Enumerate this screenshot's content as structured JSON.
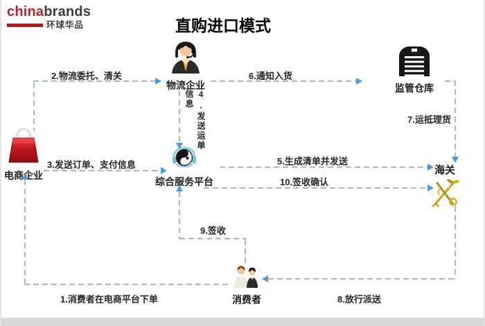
{
  "logo": {
    "brand_red": "china",
    "brand_dark": "brands",
    "subtitle": "环球华品"
  },
  "title": "直购进口模式",
  "nodes": {
    "ecommerce": {
      "label": "电商企业",
      "icon": "shopping-bag-icon"
    },
    "logistics": {
      "label": "物流企业",
      "icon": "support-agent-icon"
    },
    "warehouse": {
      "label": "监管仓库",
      "icon": "warehouse-icon"
    },
    "platform": {
      "label": "综合服务平台",
      "icon": "service-platform-icon"
    },
    "customs": {
      "label": "海关",
      "icon": "customs-emblem-icon"
    },
    "consumer": {
      "label": "消费者",
      "icon": "consumers-icon"
    }
  },
  "flows": {
    "f1": {
      "label": "1.消费者在电商平台下单",
      "from": "消费者",
      "to": "电商企业"
    },
    "f2": {
      "label": "2.物流委托、清关",
      "from": "电商企业",
      "to": "物流企业"
    },
    "f3": {
      "label": "3.发送订单、支付信息",
      "from": "电商企业",
      "to": "综合服务平台"
    },
    "f4": {
      "label": "4.发送运单信息",
      "from": "物流企业",
      "to": "综合服务平台"
    },
    "f5": {
      "label": "5.生成清单并发送",
      "from": "综合服务平台",
      "to": "海关"
    },
    "f6": {
      "label": "6.通知入货",
      "from": "物流企业",
      "to": "监管仓库"
    },
    "f7": {
      "label": "7.运抵理货",
      "from": "监管仓库",
      "to": "海关"
    },
    "f8": {
      "label": "8.放行派送",
      "from": "海关",
      "to": "消费者"
    },
    "f9": {
      "label": "9.签收",
      "from": "消费者",
      "to": "综合服务平台"
    },
    "f10": {
      "label": "10.签收确认",
      "from": "综合服务平台",
      "to": "海关"
    }
  },
  "colors": {
    "accent_red": "#b2242b",
    "dash_gray_blue": "#a7b9c5",
    "arrow_blue": "#4e9bcf",
    "bag_red": "#c0151c",
    "customs_gold": "#c9a127",
    "icon_black": "#181818",
    "headset_blue": "#8ecde6"
  }
}
